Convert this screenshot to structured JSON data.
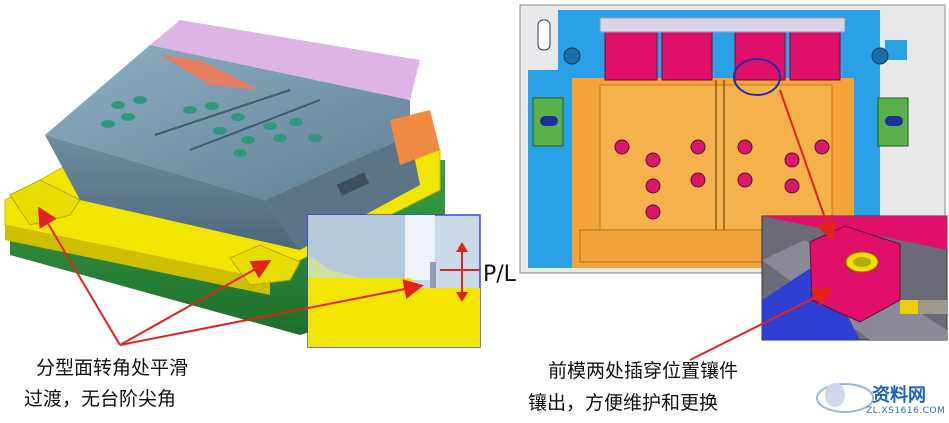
{
  "left_panel": {
    "parting_line_label": "P/L",
    "callout_line1": "分型面转角处平滑",
    "callout_line2": "过渡，无台阶尖角"
  },
  "right_panel": {
    "callout_line1": "前模两处插穿位置镶件",
    "callout_line2": "镶出，方便维护和更换"
  },
  "watermark": {
    "brand": "资料网",
    "url": "ZL.XS1616.COM"
  },
  "colors": {
    "arrow": "#e2231a",
    "mold_yellow": "#f2e600",
    "mold_green": "#2f8f3a",
    "mold_steel": "#7a93a8",
    "insert_magenta": "#e0106a",
    "plate_orange": "#f0a030",
    "frame_blue": "#2aa0e6"
  }
}
